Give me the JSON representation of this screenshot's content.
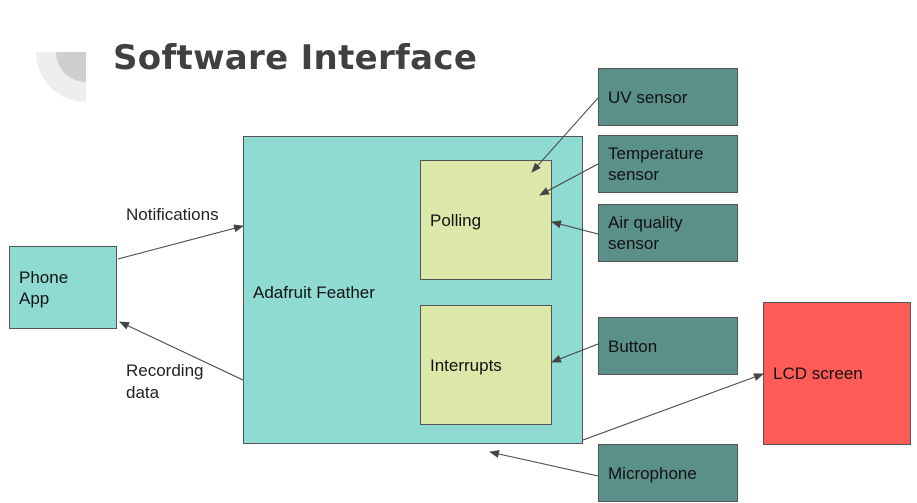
{
  "slide": {
    "title": "Software Interface"
  },
  "colors": {
    "feather_fill": "#8fdad3",
    "inner_fill": "#dbe8a9",
    "phone_fill": "#8fdad3",
    "sensor_fill": "#5b8f8a",
    "lcd_fill": "#ff5b57",
    "title_color": "#404040"
  },
  "diagram": {
    "phone_app": "Phone App",
    "feather": "Adafruit Feather",
    "polling": "Polling",
    "interrupts": "Interrupts",
    "sensors": {
      "uv": "UV sensor",
      "temperature": [
        "Temperature",
        "sensor"
      ],
      "air_quality": [
        "Air quality",
        "sensor"
      ],
      "button": "Button",
      "microphone": "Microphone"
    },
    "lcd": "LCD screen",
    "edges": {
      "notifications": "Notifications",
      "recording": [
        "Recording",
        "data"
      ]
    }
  }
}
